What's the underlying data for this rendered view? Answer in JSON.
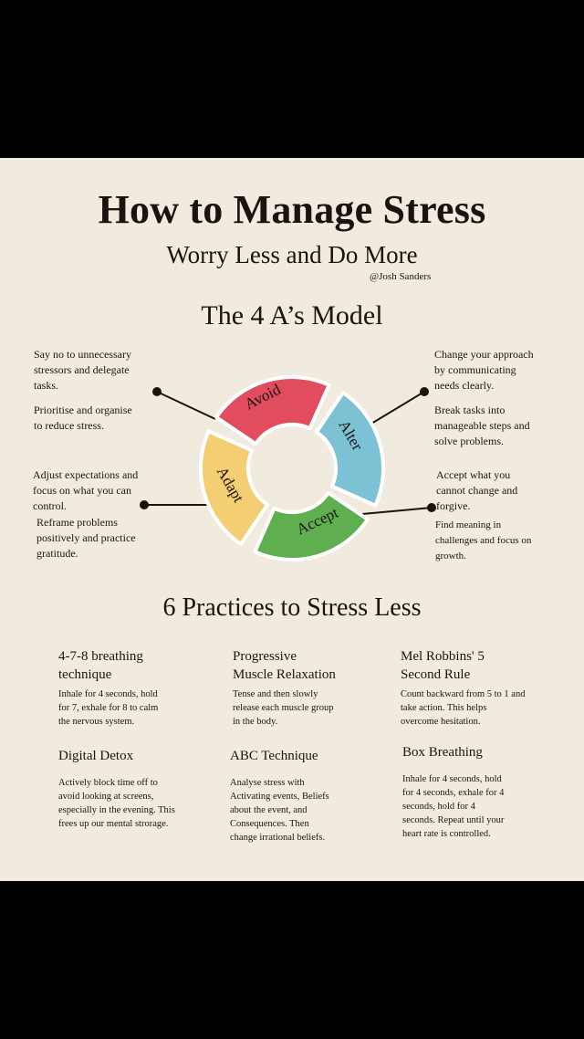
{
  "header": {
    "title": "How to Manage Stress",
    "subtitle": "Worry Less and Do More",
    "credit": "@Josh Sanders"
  },
  "model": {
    "title": "The 4 A’s Model",
    "segments": [
      {
        "label": "Avoid",
        "color": "#e14d5e"
      },
      {
        "label": "Alter",
        "color": "#7cc1d4"
      },
      {
        "label": "Accept",
        "color": "#5fae50"
      },
      {
        "label": "Adapt",
        "color": "#f3ce72"
      }
    ],
    "notes": {
      "avoid_1": [
        "Say no to unnecessary",
        "stressors and delegate",
        "tasks."
      ],
      "avoid_2": [
        "Prioritise and organise",
        "to reduce stress."
      ],
      "alter_1": [
        "Change your approach",
        "by communicating",
        "needs clearly."
      ],
      "alter_2": [
        "Break tasks into",
        "manageable steps and",
        "solve problems."
      ],
      "adapt_1": [
        "Adjust expectations and",
        "focus on what you can",
        "control."
      ],
      "adapt_2": [
        "Reframe problems",
        "positively and practice",
        "gratitude."
      ],
      "accept_1": [
        "Accept what you",
        "cannot change and",
        "forgive."
      ],
      "accept_2": [
        "Find meaning in",
        "challenges and focus on",
        "growth."
      ]
    }
  },
  "practices": {
    "title": "6 Practices to Stress Less",
    "items": [
      {
        "title": [
          "4-7-8 breathing",
          "technique"
        ],
        "body": [
          "Inhale for 4 seconds, hold",
          "for 7, exhale for 8 to calm",
          "the nervous system."
        ]
      },
      {
        "title": [
          "Progressive",
          "Muscle Relaxation"
        ],
        "body": [
          "Tense and then slowly",
          "release each muscle group",
          "in the body."
        ]
      },
      {
        "title": [
          "Mel Robbins' 5",
          "Second Rule"
        ],
        "body": [
          "Count backward from 5 to 1 and",
          "take action. This helps",
          "overcome hesitation."
        ]
      },
      {
        "title": [
          "Digital Detox"
        ],
        "body": [
          "Actively block time off to",
          "avoid looking at screens,",
          "especially in the evening. This",
          "frees up our mental strorage."
        ]
      },
      {
        "title": [
          "ABC Technique"
        ],
        "body": [
          "Analyse stress with",
          "Activating events, Beliefs",
          "about the event, and",
          "Consequences. Then",
          "change irrational beliefs."
        ]
      },
      {
        "title": [
          "Box Breathing"
        ],
        "body": [
          "Inhale for 4 seconds, hold",
          "for 4 seconds, exhale for 4",
          "seconds, hold for 4",
          "seconds. Repeat until your",
          "heart rate is controlled."
        ]
      }
    ]
  }
}
